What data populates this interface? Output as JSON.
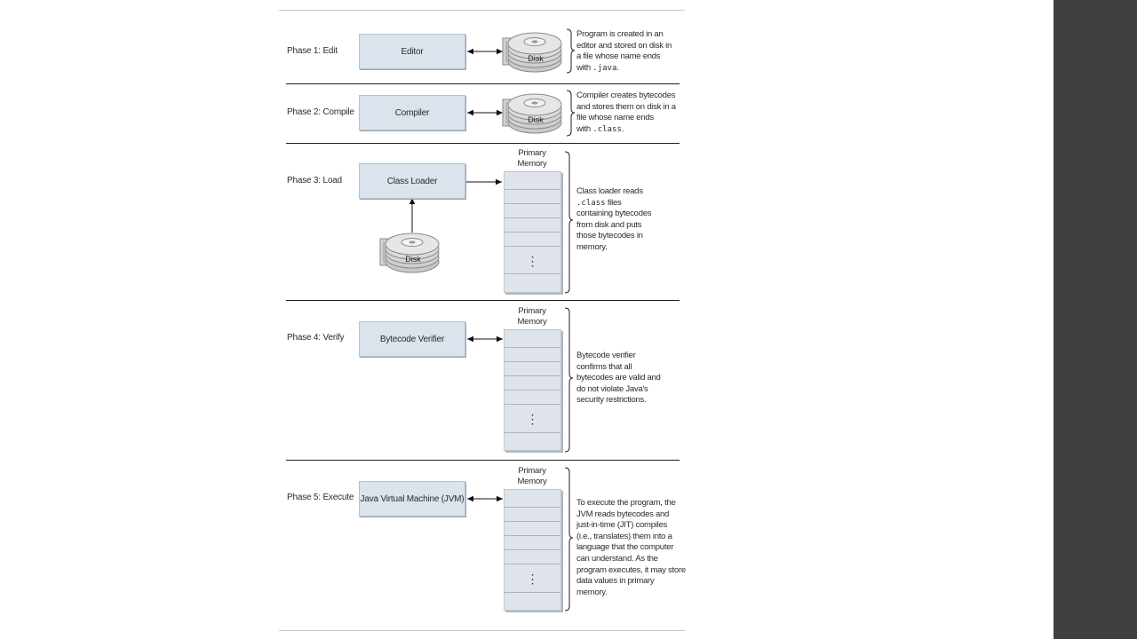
{
  "diagram": {
    "disk_label": "Disk",
    "memory_label_line1": "Primary",
    "memory_label_line2": "Memory",
    "memory_ellipsis": "⋮",
    "phases": [
      {
        "label": "Phase 1: Edit",
        "box": "Editor",
        "desc_parts": [
          "Program is created in an\neditor and stored on disk in\na file whose name ends\nwith ",
          ".java",
          "."
        ]
      },
      {
        "label": "Phase 2: Compile",
        "box": "Compiler",
        "desc_parts": [
          "Compiler creates bytecodes\nand stores them on disk in a\nfile whose name ends\nwith ",
          ".class",
          "."
        ]
      },
      {
        "label": "Phase 3: Load",
        "box": "Class Loader",
        "desc_parts": [
          "Class loader reads\n",
          ".class",
          " files\ncontaining bytecodes\nfrom disk and puts\nthose bytecodes in\nmemory."
        ]
      },
      {
        "label": "Phase 4: Verify",
        "box": "Bytecode Verifier",
        "desc": "Bytecode verifier\nconfirms that all\nbytecodes are valid and\ndo not violate Java's\nsecurity restrictions."
      },
      {
        "label": "Phase 5: Execute",
        "box": "Java Virtual Machine (JVM)",
        "desc": "To execute the program, the\nJVM reads bytecodes and\njust-in-time (JIT) compiles\n(i.e., translates) them into a\nlanguage that the computer\ncan understand. As the\nprogram executes, it may store\ndata values in primary\nmemory."
      }
    ]
  }
}
